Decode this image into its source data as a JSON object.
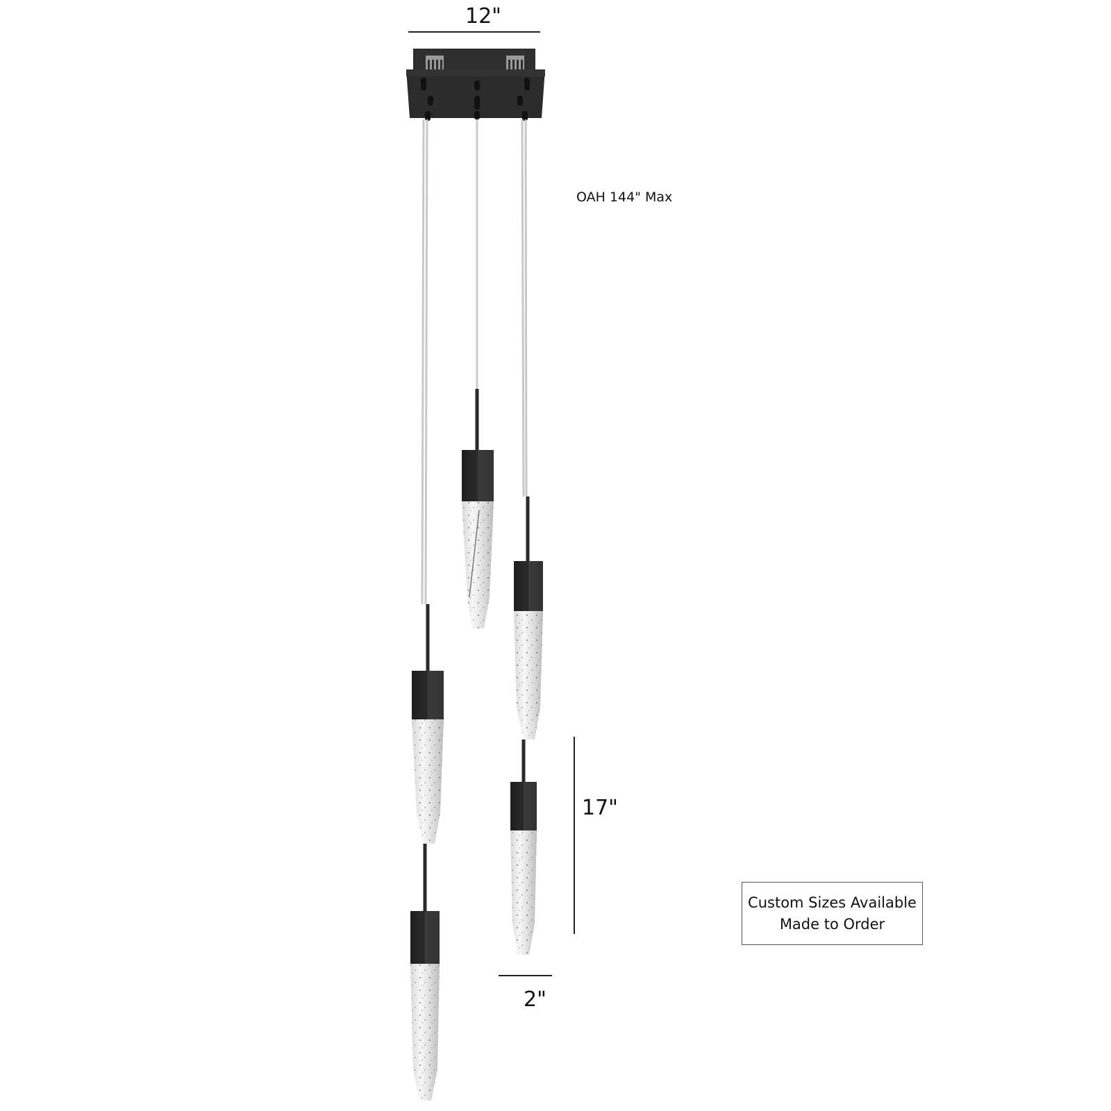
{
  "diagram": {
    "subject": "5-light cascading crystal pendant chandelier with square canopy",
    "dimensions": {
      "canopy_width": "12\"",
      "overall_height": "OAH 144\" Max",
      "pendant_height": "17\"",
      "pendant_width": "2\""
    },
    "note": {
      "line1": "Custom Sizes Available",
      "line2": "Made to Order"
    },
    "colors": {
      "finish": "#2b2b2b",
      "cable": "#c8c8c8",
      "crystal": "#eeeeee",
      "dimension_line": "#222222",
      "background": "#ffffff"
    },
    "components": {
      "canopy": "square canopy",
      "pendant_count": 5
    }
  }
}
